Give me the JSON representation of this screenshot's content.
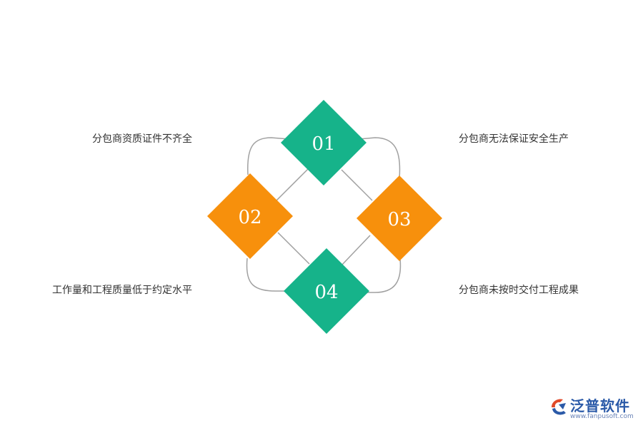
{
  "diagram": {
    "items": [
      {
        "number": "01",
        "label": "分包商资质证件不齐全",
        "color": "#16b38a"
      },
      {
        "number": "02",
        "label": "工作量和工程质量低于约定水平",
        "color": "#f7900c"
      },
      {
        "number": "03",
        "label": "分包商无法保证安全生产",
        "color": "#f7900c"
      },
      {
        "number": "04",
        "label": "分包商未按时交付工程成果",
        "color": "#16b38a"
      }
    ],
    "connector_color": "#a0a0a0"
  },
  "brand": {
    "name": "泛普软件",
    "url": "www.fanpusoft.com",
    "color": "#2b5aa8"
  }
}
